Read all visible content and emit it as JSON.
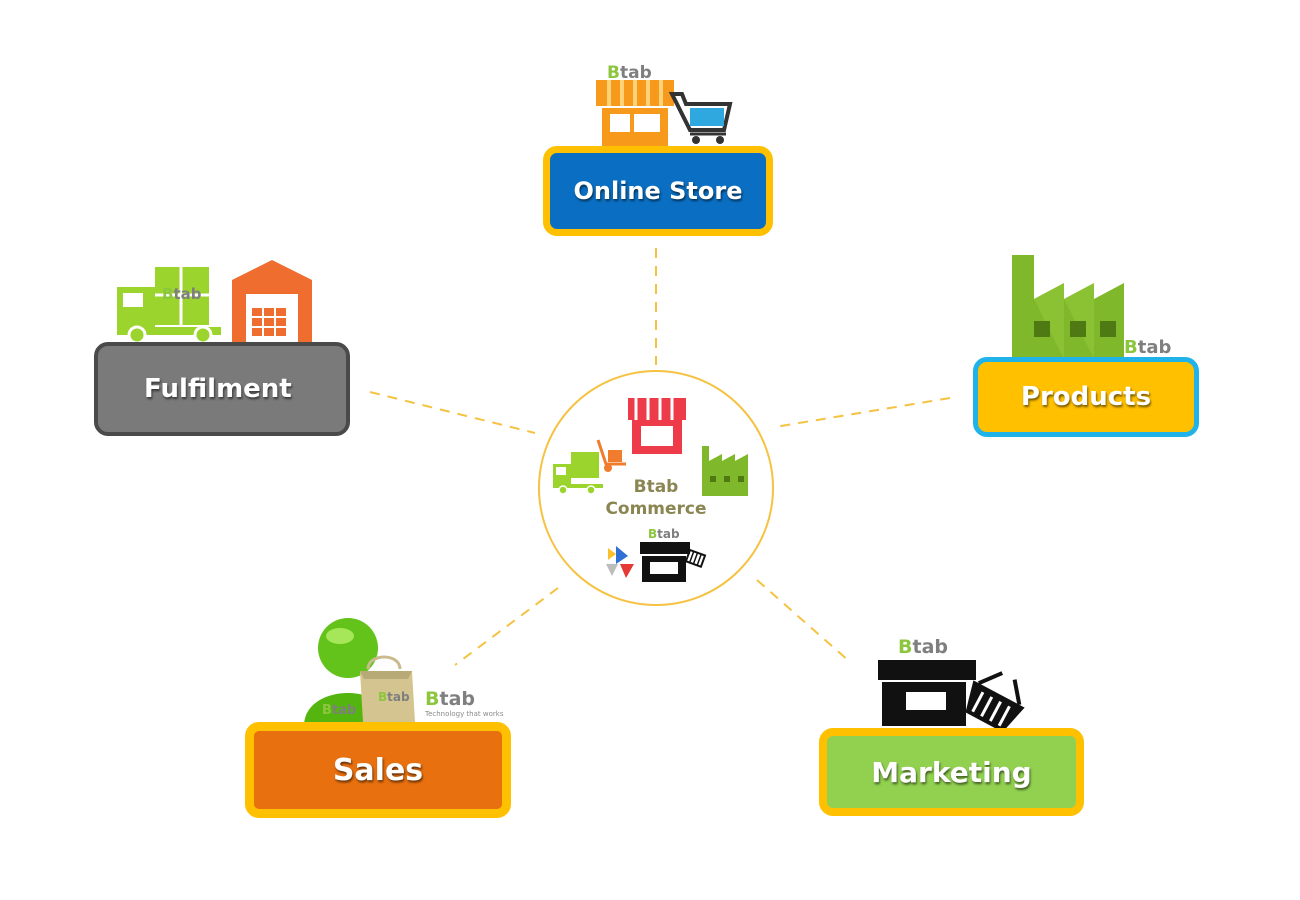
{
  "brand": {
    "b": "B",
    "tab": "tab",
    "tagline": "Technology that works"
  },
  "center": {
    "line1": "Btab",
    "line2": "Commerce"
  },
  "nodes": {
    "online_store": {
      "label": "Online Store"
    },
    "fulfilment": {
      "label": "Fulfilment"
    },
    "products": {
      "label": "Products"
    },
    "sales": {
      "label": "Sales"
    },
    "marketing": {
      "label": "Marketing"
    }
  },
  "colors": {
    "online_store_fill": "#0a6fc2",
    "fulfilment_fill": "#7a7a7a",
    "products_fill": "#ffc000",
    "sales_fill": "#e8700f",
    "marketing_fill": "#92d050",
    "gold_border": "#ffc000",
    "cyan_border": "#1fb3ea",
    "dash_line": "#f5c242",
    "brand_green": "#8cc63e",
    "brand_grey": "#7f7f7f",
    "center_text": "#8a8551"
  },
  "icons": [
    "shop-icon",
    "shopping-cart-icon",
    "delivery-truck-icon",
    "warehouse-icon",
    "hand-truck-icon",
    "factory-icon",
    "user-avatar-icon",
    "shopping-bag-icon",
    "storefront-icon",
    "shopping-basket-icon",
    "colored-blocks-icon"
  ]
}
